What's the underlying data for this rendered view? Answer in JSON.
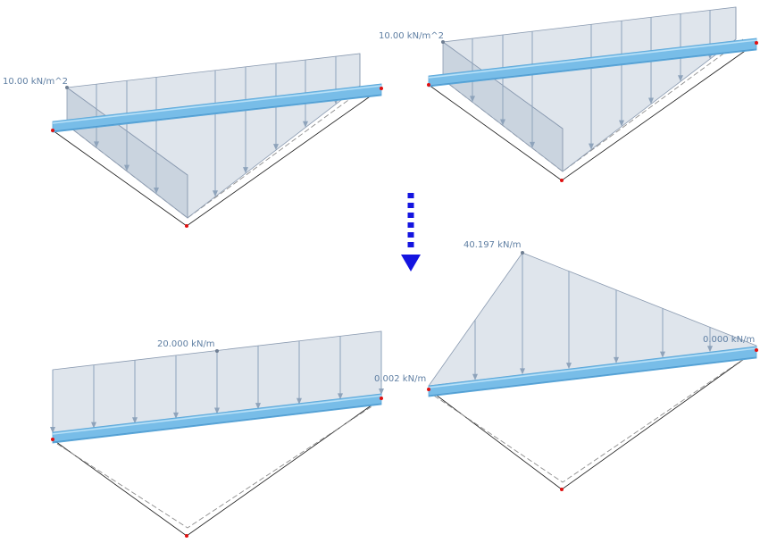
{
  "panels": [
    {
      "id": "top-left",
      "label": "10.00 kN/m^2",
      "load_shape": "surface"
    },
    {
      "id": "top-right",
      "label": "10.00 kN/m^2",
      "load_shape": "surface"
    },
    {
      "id": "bottom-left",
      "label": "20.000 kN/m",
      "load_shape": "uniform"
    },
    {
      "id": "bottom-right",
      "labels": {
        "peak": "40.197 kN/m",
        "left": "0.002 kN/m",
        "right": "0.000 kN/m"
      },
      "load_shape": "triangular"
    }
  ],
  "transform_arrow": {
    "direction": "down",
    "color": "#1414e0",
    "icon": "dashed-arrow-down-icon"
  },
  "colors": {
    "beam": "#78bde8",
    "load_plane": "#c4cfdd",
    "label": "#5f7fa3",
    "support_node": "#e01010"
  }
}
